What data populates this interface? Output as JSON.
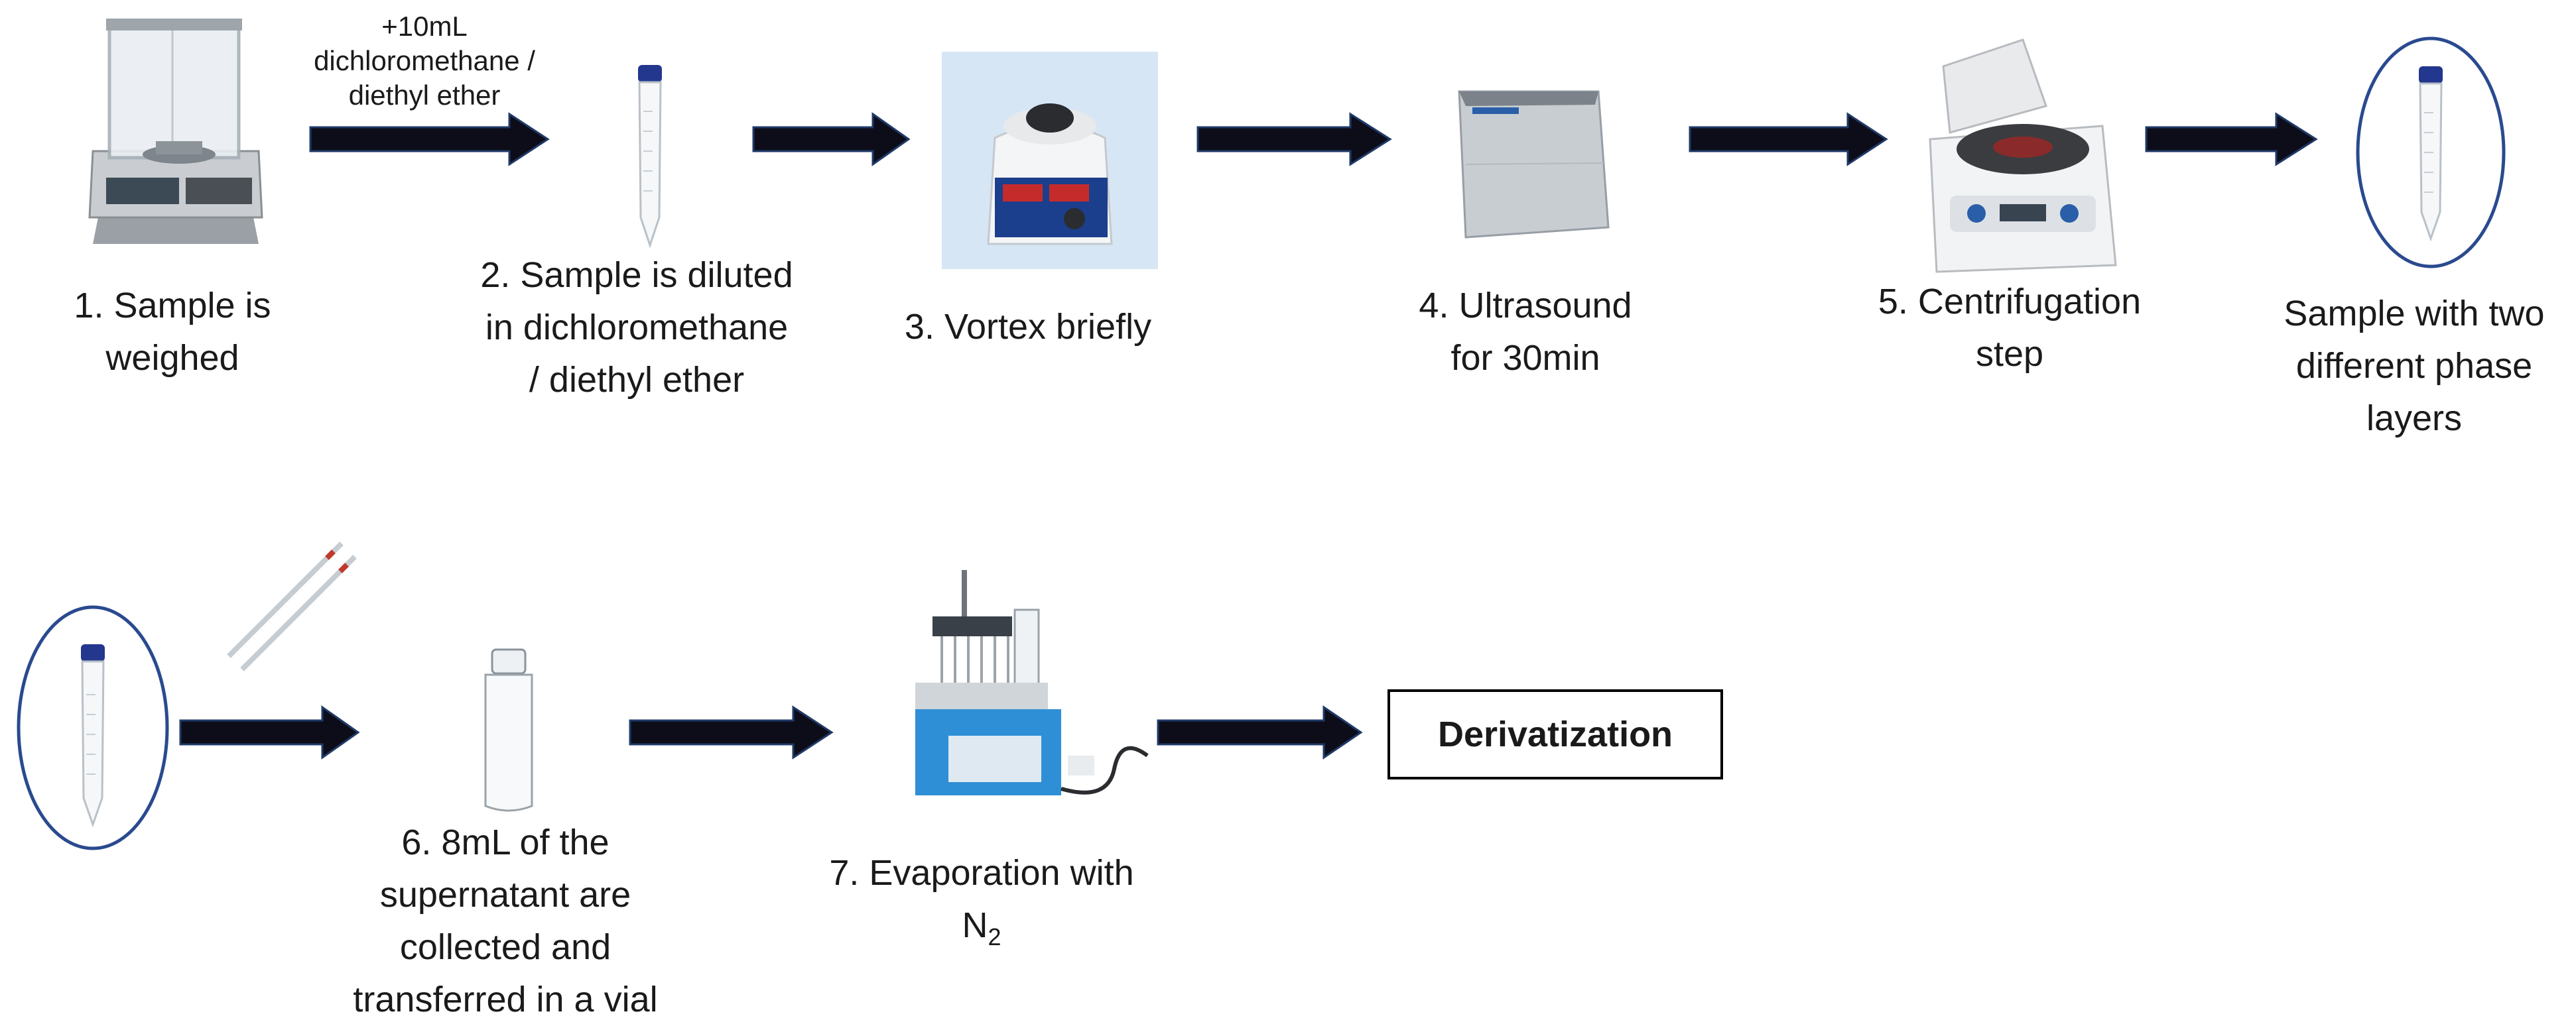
{
  "row1": {
    "reagent_note": [
      "+10mL",
      "dichloromethane /",
      "diethyl ether"
    ],
    "step1": [
      "1. Sample is",
      "weighed"
    ],
    "step2": [
      "2. Sample is diluted",
      "in dichloromethane",
      "/ diethyl ether"
    ],
    "step3": [
      "3. Vortex briefly"
    ],
    "step4": [
      "4. Ultrasound",
      "for 30min"
    ],
    "step5": [
      "5. Centrifugation",
      "step"
    ],
    "result": [
      "Sample with two",
      "different phase",
      "layers"
    ]
  },
  "row2": {
    "step6": [
      "6. 8mL of the",
      "supernatant are",
      "collected and",
      "transferred in a vial"
    ],
    "step7_line1": "7. Evaporation with",
    "step7_n": "N",
    "step7_sub": "2",
    "final_box": "Derivatization"
  },
  "colors": {
    "arrow": "#0d0d1a",
    "arrow_outline": "#1f3a68",
    "ellipse": "#2a4a8f",
    "tube_cap": "#23378f",
    "vortex_bg": "#d7e6f5",
    "evaporator_blue": "#2f8fd6"
  },
  "icons": [
    "balance-icon",
    "centrifuge-tube-icon",
    "vortex-mixer-icon",
    "ultrasonic-bath-icon",
    "centrifuge-icon",
    "pipette-icon",
    "glass-vial-icon",
    "nitrogen-evaporator-icon",
    "arrow-right-icon"
  ]
}
